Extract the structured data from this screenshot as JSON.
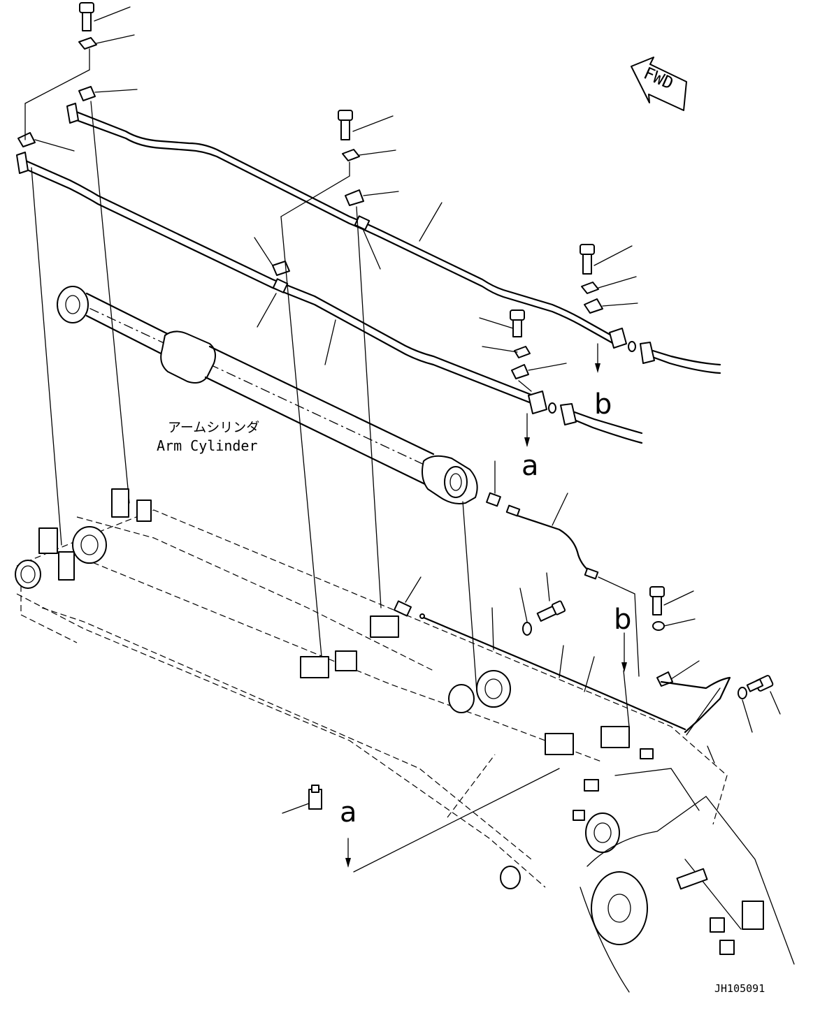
{
  "drawing": {
    "arm_cylinder_label_jp": "アームシリンダ",
    "arm_cylinder_label_en": "Arm Cylinder",
    "direction_label": "FWD",
    "drawing_code": "JH105091",
    "connection_labels": {
      "a_top": "a",
      "b_top": "b",
      "a_bottom": "a",
      "b_bottom": "b"
    }
  }
}
